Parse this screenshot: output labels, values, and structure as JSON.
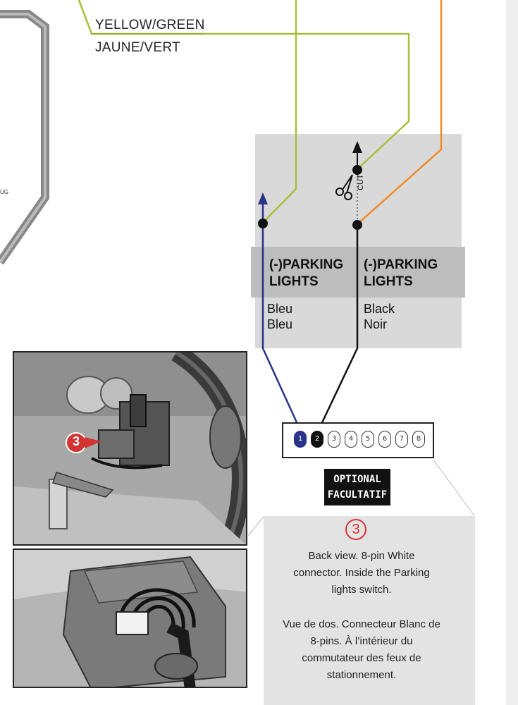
{
  "wire_labels": {
    "yellow_green": "YELLOW/GREEN",
    "jaune_vert": "JAUNE/VERT"
  },
  "fragment_text": "UG",
  "cut_label": "CUT",
  "parking_left": {
    "title_line1": "(-)PARKING",
    "title_line2": "LIGHTS",
    "color_en": "Bleu",
    "color_fr": "Bleu"
  },
  "parking_right": {
    "title_line1": "(-)PARKING",
    "title_line2": "LIGHTS",
    "color_en": "Black",
    "color_fr": "Noir"
  },
  "connector": {
    "pins": [
      "1",
      "2",
      "3",
      "4",
      "5",
      "6",
      "7",
      "8"
    ]
  },
  "optional_badge": {
    "line1": "OPTIONAL",
    "line2": "FACULTATIF"
  },
  "callout": {
    "number": "3",
    "en_lines": [
      "Back view. 8-pin White",
      "connector. Inside the Parking",
      "lights switch."
    ],
    "fr_lines": [
      "Vue de dos. Connecteur Blanc de",
      "8-pins. À l’intérieur du",
      "commutateur des feux de",
      "stationnement."
    ]
  },
  "photo_marker": "3",
  "colors": {
    "yellow_green_wire": "#a8bf3a",
    "orange_wire": "#f08a2a",
    "blue_wire": "#2a3388",
    "black_wire": "#111111",
    "panel_grey": "#d9d9d9",
    "band_grey": "#bdbdbd",
    "callout_red": "#d33333"
  }
}
